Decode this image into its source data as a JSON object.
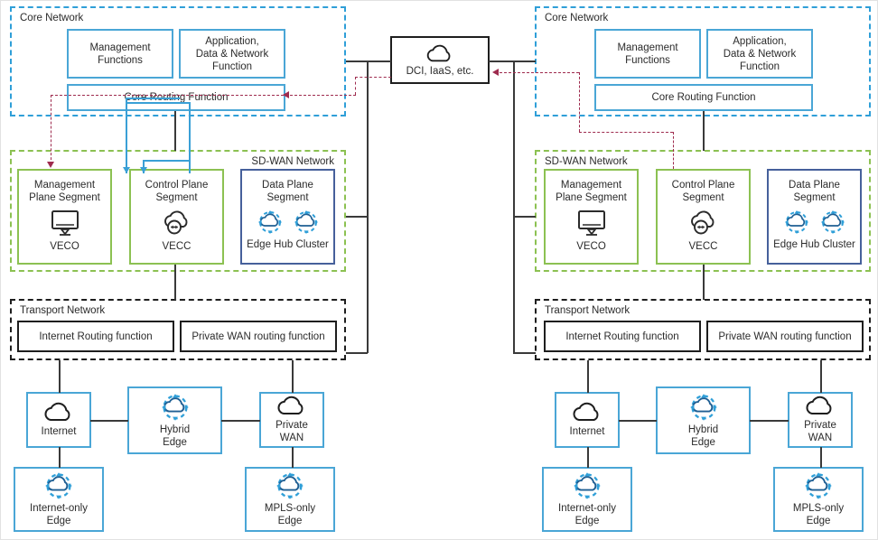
{
  "diagram": {
    "title": "SD-WAN dual-site network architecture",
    "colors": {
      "core_zone": "#2f9fd8",
      "sdwan_zone": "#8cc152",
      "transport_zone": "#1e1e1e",
      "box_blue": "#4aa6d6",
      "data_plane_navy": "#46609b",
      "control_line_blue": "#3aa0d6",
      "mgmt_line_red": "#9e2b4e",
      "plain_line": "#3a3a3a"
    }
  },
  "center": {
    "dci": {
      "label": "DCI, IaaS, etc.",
      "icon": "cloud-icon"
    }
  },
  "sites": [
    {
      "id": "left",
      "core": {
        "zone_label": "Core Network",
        "zone_label_side": "left",
        "boxes": [
          {
            "label": "Management\nFunctions"
          },
          {
            "label": "Application,\nData & Network\nFunction"
          },
          {
            "label": "Core Routing Function"
          }
        ]
      },
      "sdwan": {
        "zone_label": "SD-WAN Network",
        "zone_label_side": "right",
        "segments": [
          {
            "title": "Management\nPlane Segment",
            "icon": "monitor-icon",
            "caption": "VECO",
            "style": "green"
          },
          {
            "title": "Control Plane\nSegment",
            "icon": "cloud-exchange-icon",
            "caption": "VECC",
            "style": "green"
          },
          {
            "title": "Data Plane\nSegment",
            "icon": "edge-cluster-icon",
            "caption": "Edge Hub Cluster",
            "style": "navy"
          }
        ]
      },
      "transport": {
        "zone_label": "Transport Network",
        "zone_label_side": "left",
        "boxes": [
          {
            "label": "Internet Routing function"
          },
          {
            "label": "Private WAN routing function"
          }
        ]
      },
      "edges": [
        {
          "label": "Internet",
          "icon": "cloud-icon"
        },
        {
          "label": "Hybrid\nEdge",
          "icon": "edge-node-icon"
        },
        {
          "label": "Private\nWAN",
          "icon": "cloud-icon"
        },
        {
          "label": "Internet-only\nEdge",
          "icon": "edge-node-icon"
        },
        {
          "label": "MPLS-only\nEdge",
          "icon": "edge-node-icon"
        }
      ]
    },
    {
      "id": "right",
      "core": {
        "zone_label": "Core Network",
        "zone_label_side": "left",
        "boxes": [
          {
            "label": "Management\nFunctions"
          },
          {
            "label": "Application,\nData & Network\nFunction"
          },
          {
            "label": "Core Routing Function"
          }
        ]
      },
      "sdwan": {
        "zone_label": "SD-WAN Network",
        "zone_label_side": "left",
        "segments": [
          {
            "title": "Management\nPlane Segment",
            "icon": "monitor-icon",
            "caption": "VECO",
            "style": "green"
          },
          {
            "title": "Control Plane\nSegment",
            "icon": "cloud-exchange-icon",
            "caption": "VECC",
            "style": "green"
          },
          {
            "title": "Data Plane\nSegment",
            "icon": "edge-cluster-icon",
            "caption": "Edge Hub Cluster",
            "style": "navy"
          }
        ]
      },
      "transport": {
        "zone_label": "Transport Network",
        "zone_label_side": "left",
        "boxes": [
          {
            "label": "Internet Routing function"
          },
          {
            "label": "Private WAN routing function"
          }
        ]
      },
      "edges": [
        {
          "label": "Internet",
          "icon": "cloud-icon"
        },
        {
          "label": "Hybrid\nEdge",
          "icon": "edge-node-icon"
        },
        {
          "label": "Private\nWAN",
          "icon": "cloud-icon"
        },
        {
          "label": "Internet-only\nEdge",
          "icon": "edge-node-icon"
        },
        {
          "label": "MPLS-only\nEdge",
          "icon": "edge-node-icon"
        }
      ]
    }
  ]
}
